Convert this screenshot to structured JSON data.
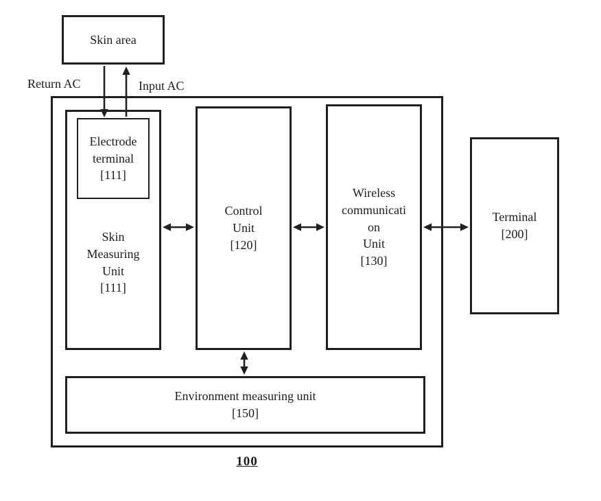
{
  "diagram": {
    "skin_area": {
      "label": "Skin area"
    },
    "arrows": {
      "return_ac": "Return AC",
      "input_ac": "Input AC"
    },
    "system_label": "100",
    "blocks": {
      "electrode_terminal": {
        "label": "Electrode\nterminal",
        "ref": "[111]"
      },
      "skin_measuring_unit": {
        "label": "Skin\nMeasuring\nUnit",
        "ref": "[111]"
      },
      "control_unit": {
        "label": "Control\nUnit",
        "ref": "[120]"
      },
      "wireless_unit": {
        "label": "Wireless\ncommunicati\non\nUnit",
        "ref": "[130]"
      },
      "terminal": {
        "label": "Terminal",
        "ref": "[200]"
      },
      "environment_unit": {
        "label": "Environment measuring unit",
        "ref": "[150]"
      }
    }
  }
}
